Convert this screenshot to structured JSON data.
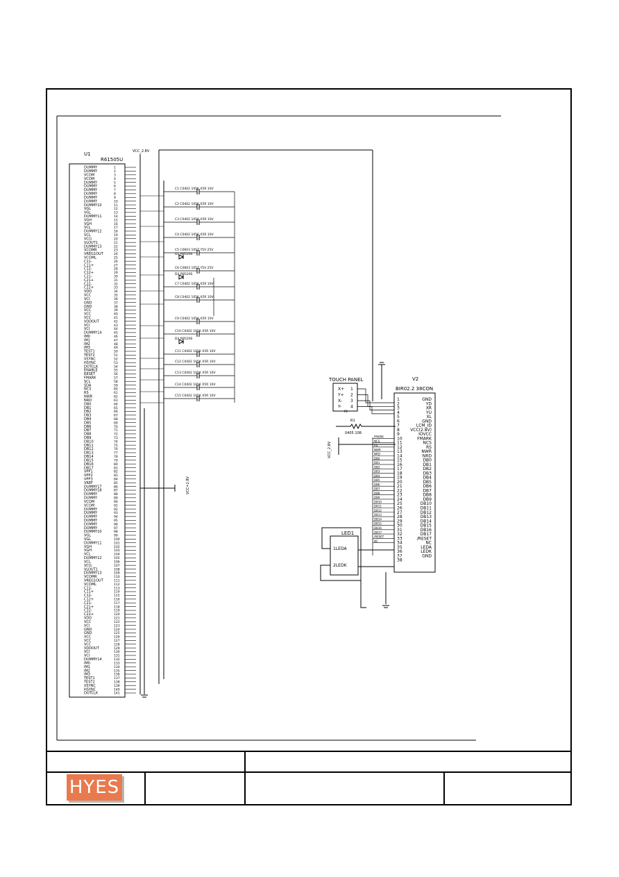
{
  "u1": {
    "ref": "U1",
    "part": "R61505U",
    "pins_top": [
      "DUMMY",
      "DUMMY",
      "VCOM",
      "VCOM",
      "DUMMY",
      "DUMMY",
      "DUMMY",
      "DUMMY",
      "DUMMY",
      "DUMMY",
      "DUMMY10",
      "VGL",
      "VGL",
      "DUMMY11",
      "VGH",
      "VGH",
      "VCL",
      "DUMMY12",
      "VCL"
    ],
    "pins_mid": [
      "VCI1",
      "VLOUT1",
      "DUMMY13",
      "VCOMR",
      "VREG1OUT",
      "VCOML",
      "C11-",
      "C11+",
      "C12-",
      "C12+",
      "C21-",
      "C21+",
      "C22-",
      "C22+"
    ],
    "pins_low": [
      "VDD",
      "VCC",
      "VCI",
      "GND",
      "GND",
      "VCC",
      "VCC",
      "VCC",
      "VDDOUT",
      "VCI",
      "VCI",
      "DUMMY14"
    ],
    "pins_bottom": [
      "IM0",
      "IM1",
      "IM2",
      "IM3",
      "TEST1",
      "TEST2",
      "VSYNC",
      "HSYNC",
      "DOTCLK",
      "ENABLE",
      "RESET",
      "FMARK",
      "SCL",
      "SDA",
      "NCS",
      "RS",
      "NWR",
      "NRD",
      "DB0",
      "DB1",
      "DB2",
      "DB3",
      "DB4",
      "DB5",
      "DB6",
      "DB7",
      "DB8",
      "DB9",
      "DB10",
      "DB11",
      "DB12",
      "DB13",
      "DB14",
      "DB15",
      "DB16",
      "DB17",
      "VPP1",
      "VPP2",
      "VPP3",
      "VREF",
      "DUMMY17",
      "DUMMY18"
    ]
  },
  "power_rail": "VCC_2.8V",
  "vcc_label": "VCC=2.8V",
  "capacitors": [
    {
      "ref": "C1",
      "spec": "C0402 105K X5R 10V"
    },
    {
      "ref": "C2",
      "spec": "C0402 105K X5R 10V"
    },
    {
      "ref": "C3",
      "spec": "C0402 105K X5R 10V"
    },
    {
      "ref": "C4",
      "spec": "C0402 105K X5R 10V"
    },
    {
      "ref": "C5",
      "spec": "C0603 105Z Y5V 25V"
    },
    {
      "ref": "C6",
      "spec": "C0603 105Z Y5V 25V"
    },
    {
      "ref": "C7",
      "spec": "C0402 105K X5R 10V"
    },
    {
      "ref": "C8",
      "spec": "C0402 105K X5R 10V"
    },
    {
      "ref": "C9",
      "spec": "C0402 105K X5R 10V"
    },
    {
      "ref": "C10",
      "spec": "C0402 105K X5R 10V"
    },
    {
      "ref": "C11",
      "spec": "C0402 105K X5R 10V"
    },
    {
      "ref": "C12",
      "spec": "C0402 105K X5R 10V"
    },
    {
      "ref": "C13",
      "spec": "C0402 105K X5R 10V"
    },
    {
      "ref": "C14",
      "spec": "C0402 105K X5R 10V"
    },
    {
      "ref": "C15",
      "spec": "C0402 105K X5R 10V"
    }
  ],
  "diodes": [
    {
      "ref": "D1",
      "spec": "RB520S"
    },
    {
      "ref": "D2",
      "spec": "RB520S"
    },
    {
      "ref": "D3",
      "spec": "RB520S"
    }
  ],
  "touch_panel": {
    "title": "TOUCH PANEL",
    "pins": [
      "X+",
      "Y+",
      "X-",
      "Y-"
    ],
    "numbers": [
      "1",
      "2",
      "3",
      "4"
    ],
    "ref": "P2"
  },
  "resistor": {
    "ref": "R1",
    "spec": "0405 10R"
  },
  "vcc_side_label": "VCC_2.8V",
  "v2": {
    "ref": "V2",
    "part": "BIR02.2 38CON",
    "pins": [
      "GND",
      "YD",
      "XR",
      "YU",
      "XL",
      "GND",
      "LCM_ID",
      "VCC(2.8V)",
      "IOVCC",
      "FMARK",
      "NCS",
      "RS",
      "NWR",
      "NRD",
      "DB0",
      "DB1",
      "DB2",
      "DB3",
      "DB4",
      "DB5",
      "DB6",
      "DB7",
      "DB8",
      "DB9",
      "DB10",
      "DB11",
      "DB12",
      "DB13",
      "DB14",
      "DB15",
      "DB16",
      "DB17",
      "/RESET",
      "NC",
      "LEDA",
      "LEDK",
      "GND"
    ],
    "numbers": [
      "1",
      "2",
      "3",
      "4",
      "5",
      "6",
      "7",
      "8",
      "9",
      "10",
      "11",
      "12",
      "13",
      "14",
      "15",
      "16",
      "17",
      "18",
      "19",
      "20",
      "21",
      "22",
      "23",
      "24",
      "25",
      "26",
      "27",
      "28",
      "29",
      "30",
      "31",
      "32",
      "33",
      "34",
      "35",
      "36",
      "37",
      "38"
    ]
  },
  "led": {
    "ref": "LED1",
    "pin1": "1LEDA",
    "pin2": "2LEDK"
  },
  "title_block": {
    "logo": "HYES",
    "cell_a": "",
    "cell_b": "",
    "cell_c": "",
    "cell_d": ""
  }
}
